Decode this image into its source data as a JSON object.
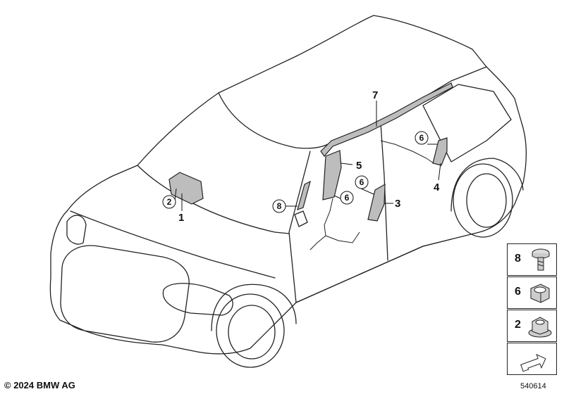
{
  "callouts": {
    "c1": "1",
    "c2": "2",
    "c3": "3",
    "c4": "4",
    "c5": "5",
    "c6a": "6",
    "c6b": "6",
    "c6c": "6",
    "c7": "7",
    "c8": "8"
  },
  "legend": {
    "item8": "8",
    "item6": "6",
    "item2": "2"
  },
  "footer": {
    "copyright": "© 2024 BMW AG",
    "diagram_id": "540614"
  }
}
